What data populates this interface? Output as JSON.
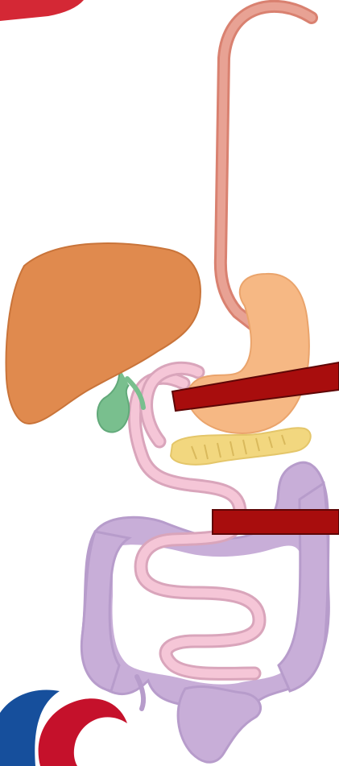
{
  "diagram": {
    "type": "digestive-system-illustration",
    "organs": [
      {
        "name": "esophagus",
        "color": "#e28d7c"
      },
      {
        "name": "liver",
        "color": "#e08a4e"
      },
      {
        "name": "gallbladder",
        "color": "#79bf8e"
      },
      {
        "name": "stomach",
        "color": "#f6b884"
      },
      {
        "name": "pancreas",
        "color": "#f2d77f"
      },
      {
        "name": "large-intestine",
        "color": "#c8aed8"
      },
      {
        "name": "small-intestine",
        "color": "#f3bfd3"
      }
    ],
    "pointers": [
      {
        "name": "pointer-bar-upper",
        "color": "#a80d0d"
      },
      {
        "name": "pointer-bar-lower",
        "color": "#a80d0d"
      }
    ],
    "logo": {
      "colors": {
        "red": "#c5112b",
        "blue": "#164f9c"
      }
    }
  }
}
